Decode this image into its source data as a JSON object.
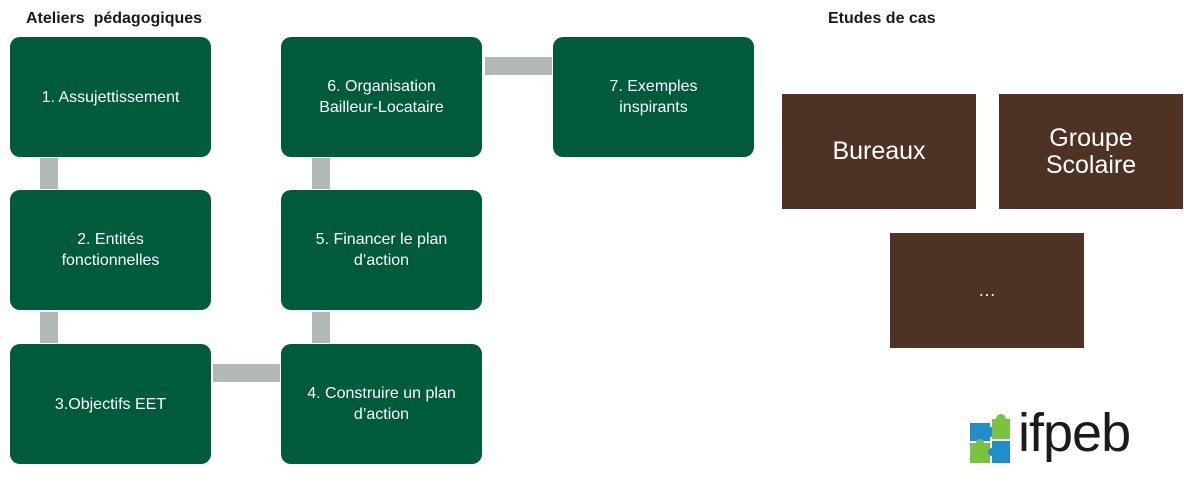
{
  "headings": {
    "left": "Ateliers  pédagogiques",
    "right": "Etudes de cas"
  },
  "steps": [
    "1. Assujettissement",
    "2. Entités\nfonctionnelles",
    "3.Objectifs EET",
    "4. Construire un plan\nd’action",
    "5. Financer le plan\nd’action",
    "6. Organisation\nBailleur-Locataire",
    "7. Exemples\ninspirants"
  ],
  "cases": [
    "Bureaux",
    "Groupe\nScolaire",
    "…"
  ],
  "logo": {
    "text": "ifpeb"
  },
  "colors": {
    "step": "#005a3c",
    "connector": "#b2b8b5",
    "case": "#4e3324",
    "logo_green": "#7cc242",
    "logo_blue": "#1f8ec9"
  }
}
